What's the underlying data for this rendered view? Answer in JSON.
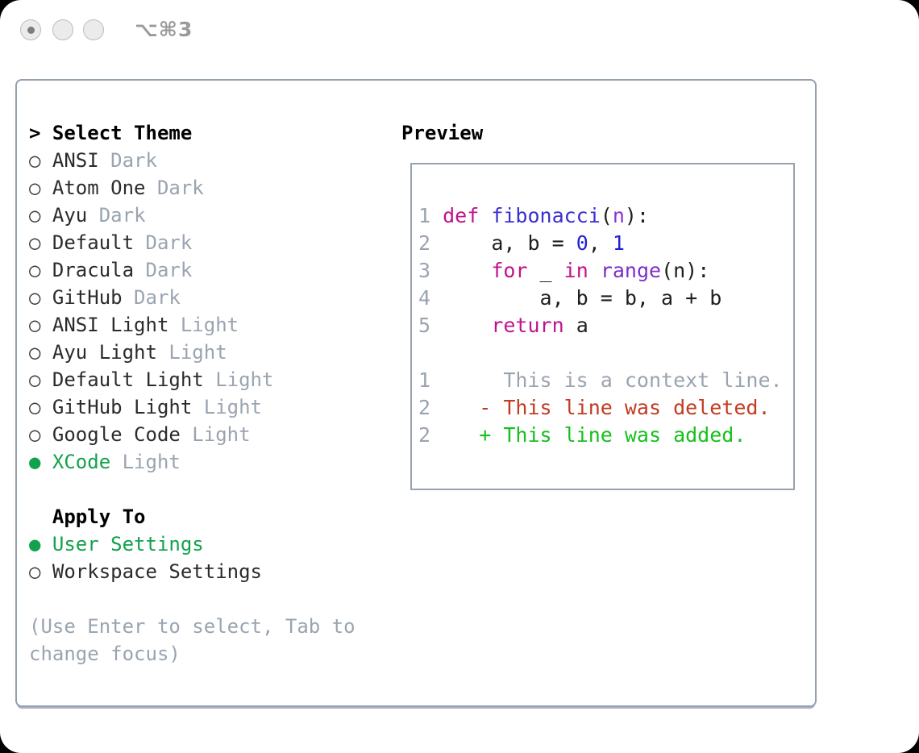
{
  "titlebar": {
    "shortcut": "⌥⌘3",
    "traffic_lights": [
      {
        "state": "active"
      },
      {
        "state": "inactive"
      },
      {
        "state": "inactive"
      }
    ]
  },
  "theme_panel": {
    "select_header": {
      "marker": ">",
      "label": "Select Theme"
    },
    "themes": [
      {
        "name": "ANSI",
        "variant": "Dark",
        "selected": false
      },
      {
        "name": "Atom One",
        "variant": "Dark",
        "selected": false
      },
      {
        "name": "Ayu",
        "variant": "Dark",
        "selected": false
      },
      {
        "name": "Default",
        "variant": "Dark",
        "selected": false
      },
      {
        "name": "Dracula",
        "variant": "Dark",
        "selected": false
      },
      {
        "name": "GitHub",
        "variant": "Dark",
        "selected": false
      },
      {
        "name": "ANSI Light",
        "variant": "Light",
        "selected": false
      },
      {
        "name": "Ayu Light",
        "variant": "Light",
        "selected": false
      },
      {
        "name": "Default Light",
        "variant": "Light",
        "selected": false
      },
      {
        "name": "GitHub Light",
        "variant": "Light",
        "selected": false
      },
      {
        "name": "Google Code",
        "variant": "Light",
        "selected": false
      },
      {
        "name": "XCode",
        "variant": "Light",
        "selected": true
      }
    ],
    "apply_to": {
      "label": "Apply To",
      "options": [
        {
          "label": "User Settings",
          "selected": true
        },
        {
          "label": "Workspace Settings",
          "selected": false
        }
      ]
    },
    "hint_lines": [
      "(Use Enter to select, Tab to",
      "change focus)"
    ]
  },
  "preview": {
    "title": "Preview",
    "code_lines": [
      [
        {
          "t": "1 ",
          "c": "ln"
        },
        {
          "t": "def",
          "c": "kw"
        },
        {
          "t": " ",
          "c": "tx"
        },
        {
          "t": "fibonacci",
          "c": "fn"
        },
        {
          "t": "(",
          "c": "tx"
        },
        {
          "t": "n",
          "c": "pm"
        },
        {
          "t": "):",
          "c": "tx"
        }
      ],
      [
        {
          "t": "2 ",
          "c": "ln"
        },
        {
          "t": "    a, b = ",
          "c": "tx"
        },
        {
          "t": "0",
          "c": "num"
        },
        {
          "t": ", ",
          "c": "tx"
        },
        {
          "t": "1",
          "c": "num"
        }
      ],
      [
        {
          "t": "3 ",
          "c": "ln"
        },
        {
          "t": "    ",
          "c": "tx"
        },
        {
          "t": "for",
          "c": "kw"
        },
        {
          "t": " _ ",
          "c": "tx"
        },
        {
          "t": "in",
          "c": "kw"
        },
        {
          "t": " ",
          "c": "tx"
        },
        {
          "t": "range",
          "c": "bi"
        },
        {
          "t": "(n):",
          "c": "tx"
        }
      ],
      [
        {
          "t": "4 ",
          "c": "ln"
        },
        {
          "t": "        a, b = b, a + b",
          "c": "tx"
        }
      ],
      [
        {
          "t": "5 ",
          "c": "ln"
        },
        {
          "t": "    ",
          "c": "tx"
        },
        {
          "t": "return",
          "c": "kw"
        },
        {
          "t": " a",
          "c": "tx"
        }
      ],
      [],
      [
        {
          "t": "1 ",
          "c": "ln"
        },
        {
          "t": "     This is a context line.",
          "c": "ctx"
        }
      ],
      [
        {
          "t": "2 ",
          "c": "ln"
        },
        {
          "t": "   - This line was deleted.",
          "c": "del"
        }
      ],
      [
        {
          "t": "2 ",
          "c": "ln"
        },
        {
          "t": "   + This line was added.",
          "c": "add"
        }
      ]
    ]
  },
  "colors": {
    "gray": "#9aa4b0",
    "green": "#12a24b",
    "kw": "#c0148c",
    "fn": "#3a2fd1",
    "bi": "#7d2fc9",
    "pm": "#8a33d6",
    "numc": "#1f1fd6",
    "del": "#c23b22",
    "add": "#17c01c"
  }
}
